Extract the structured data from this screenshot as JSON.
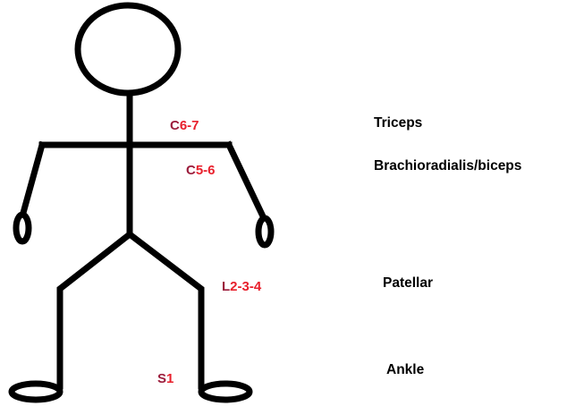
{
  "colors": {
    "figure": "#000000",
    "root_prefix": "#9b1d3c",
    "root_numbers": "#e8202c",
    "reflex_text": "#000000"
  },
  "roots": {
    "triceps": {
      "prefix": "C",
      "numbers": "6-7"
    },
    "brachioradialis": {
      "prefix": "C",
      "numbers": "5-6"
    },
    "patellar": {
      "prefix": "L",
      "numbers": "2-3-4"
    },
    "ankle": {
      "prefix": "S",
      "numbers": "1"
    }
  },
  "reflexes": {
    "triceps": "Triceps",
    "brachioradialis": "Brachioradialis/biceps",
    "patellar": "Patellar",
    "ankle": "Ankle"
  }
}
